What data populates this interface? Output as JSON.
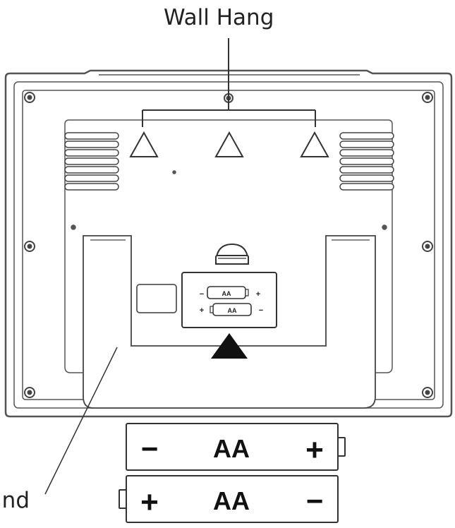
{
  "labels": {
    "wall_hang": "Wall Hang",
    "stand": "Stand"
  },
  "battery_top": {
    "left": "−",
    "type": "AA",
    "right": "+"
  },
  "battery_bottom": {
    "left": "+",
    "type": "AA",
    "right": "−"
  },
  "compartment_battery_top": {
    "left": "−",
    "type": "AA",
    "right": "+"
  },
  "compartment_battery_bottom": {
    "left": "+",
    "type": "AA",
    "right": "−"
  },
  "colors": {
    "stroke": "#333333",
    "light_stroke": "#777777",
    "fill": "#ffffff",
    "arrow": "#111111"
  }
}
